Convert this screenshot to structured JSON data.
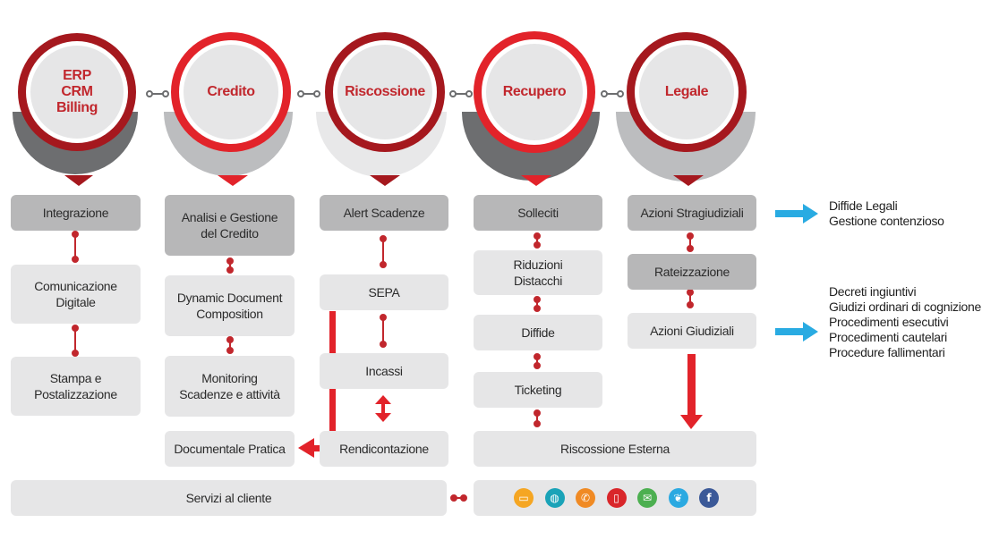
{
  "stages": [
    {
      "id": "erp",
      "label": "ERP\nCRM\nBilling"
    },
    {
      "id": "credito",
      "label": "Credito"
    },
    {
      "id": "riscossione",
      "label": "Riscossione"
    },
    {
      "id": "recupero",
      "label": "Recupero"
    },
    {
      "id": "legale",
      "label": "Legale"
    }
  ],
  "boxes": {
    "integrazione": "Integrazione",
    "comunicazione": "Comunicazione\nDigitale",
    "stampa": "Stampa e\nPostalizzazione",
    "analisi": "Analisi e Gestione\ndel Credito",
    "dynamic": "Dynamic Document\nComposition",
    "monitoring": "Monitoring\nScadenze e attività",
    "documentale": "Documentale Pratica",
    "alert": "Alert Scadenze",
    "sepa": "SEPA",
    "incassi": "Incassi",
    "rendicontazione": "Rendicontazione",
    "solleciti": "Solleciti",
    "riduzioni": "Riduzioni\nDistacchi",
    "diffide": "Diffide",
    "ticketing": "Ticketing",
    "riscossione_esterna": "Riscossione Esterna",
    "azioni_stragiudiziali": "Azioni Stragiudiziali",
    "rateizzazione": "Rateizzazione",
    "azioni_giudiziali": "Azioni Giudiziali",
    "servizi": "Servizi al cliente"
  },
  "side_lists": {
    "stragiudiziali": [
      "Diffide Legali",
      "Gestione contenzioso"
    ],
    "giudiziali": [
      "Decreti ingiuntivi",
      "Giudizi ordinari di cognizione",
      "Procedimenti esecutivi",
      "Procedimenti cautelari",
      "Procedure fallimentari"
    ]
  },
  "channels": [
    {
      "icon": "desktop-icon",
      "glyph": "▭",
      "color": "#f5a623"
    },
    {
      "icon": "web-icon",
      "glyph": "◍",
      "color": "#1aa3b8"
    },
    {
      "icon": "phone-icon",
      "glyph": "✆",
      "color": "#f08a24"
    },
    {
      "icon": "mobile-icon",
      "glyph": "▯",
      "color": "#d9262a"
    },
    {
      "icon": "email-icon",
      "glyph": "✉",
      "color": "#4caf50"
    },
    {
      "icon": "twitter-icon",
      "glyph": "❦",
      "color": "#2ba9e1"
    },
    {
      "icon": "facebook-icon",
      "glyph": "f",
      "color": "#3b5998"
    }
  ],
  "colors": {
    "accent": "#c1272d",
    "arrow_red": "#e2232a",
    "arrow_blue": "#29abe2",
    "box_dark": "#b7b7b8",
    "box_light": "#e6e6e7"
  }
}
